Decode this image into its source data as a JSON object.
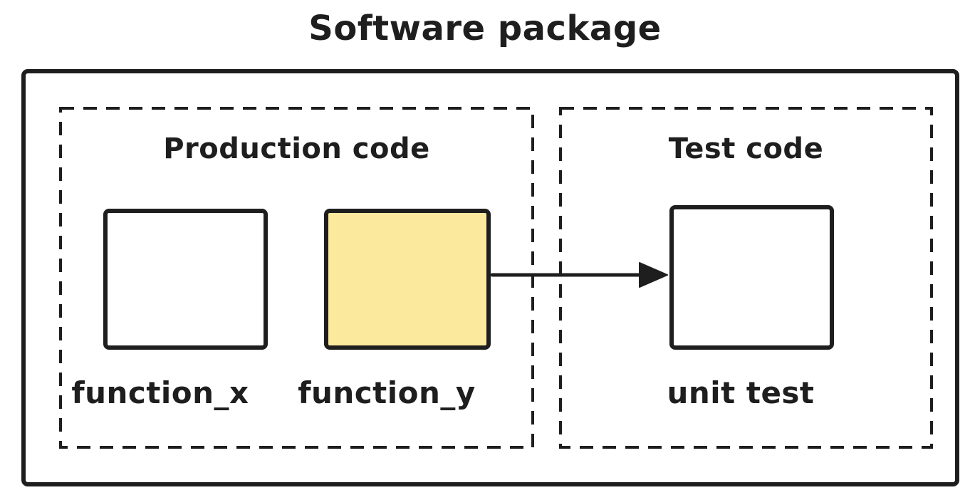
{
  "title": "Software package",
  "production": {
    "label": "Production code",
    "nodes": [
      {
        "label": "function_x",
        "fill": "#ffffff"
      },
      {
        "label": "function_y",
        "fill": "#fbea9d"
      }
    ]
  },
  "test": {
    "label": "Test code",
    "nodes": [
      {
        "label": "unit test",
        "fill": "#ffffff"
      }
    ]
  },
  "edges": [
    {
      "from": "function_y",
      "to": "unit test",
      "style": "solid-arrow"
    }
  ],
  "colors": {
    "stroke": "#1e1e1e",
    "background": "#ffffff",
    "highlight_fill": "#fbea9d"
  }
}
